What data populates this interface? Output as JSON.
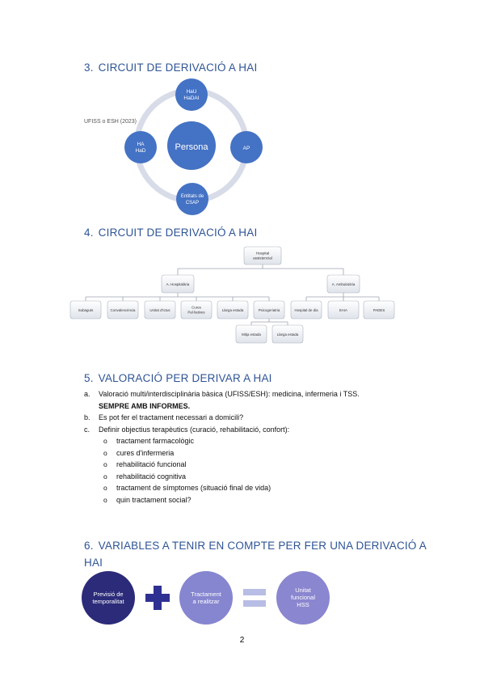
{
  "sections": {
    "s3": {
      "number": "3.",
      "title": "CIRCUIT DE DERIVACIÓ A HAI"
    },
    "s4": {
      "number": "4.",
      "title": "CIRCUIT DE DERIVACIÓ A HAI"
    },
    "s5": {
      "number": "5.",
      "title": "VALORACIÓ PER DERIVAR A HAI"
    },
    "s6": {
      "number": "6.",
      "title_line1": "VARIABLES A TENIR EN COMPTE PER FER UNA DERIVACIÓ A",
      "title_line2": "HAI"
    }
  },
  "cycle": {
    "source": "UFISS o ESH (2023)",
    "center": "Persona",
    "top": [
      "HaU",
      "HaDAI"
    ],
    "right": "AP",
    "bottom": [
      "Entitats de",
      "CSAP"
    ],
    "left": [
      "HA",
      "HaD"
    ],
    "colors": {
      "ring": "#d7dce8",
      "node": "#4472c4"
    }
  },
  "org": {
    "root": [
      "Hospital",
      "assistencial"
    ],
    "branches": [
      "A. Hospitalària",
      "A. Ambulatòria"
    ],
    "leaves_left": [
      "Subaguts",
      "Convalescència",
      "Unitat d'Ictus",
      [
        "Cures",
        "Pal·liatives"
      ],
      "Llarga estada",
      "Psicogeriatria"
    ],
    "leaves_right": [
      "Hospital de dia",
      "EAIA",
      "PADES"
    ],
    "sub_leaves": [
      "Mitja estada",
      "Llarga estada"
    ]
  },
  "assessment": {
    "items": [
      {
        "marker": "a.",
        "text": "Valoració multi/interdisciplinària bàsica (UFISS/ESH): medicina, infermeria i TSS.",
        "bold": "SEMPRE AMB INFORMES."
      },
      {
        "marker": "b.",
        "text": "Es pot fer el tractament necessari a domicili?"
      },
      {
        "marker": "c.",
        "text": "Definir objectius terapèutics (curació, rehabilitació, confort):"
      }
    ],
    "sub_marker": "o",
    "subitems": [
      "tractament farmacològic",
      "cures d'infermeria",
      "rehabilitació funcional",
      "rehabilitació cognitiva",
      "tractament de símptomes (situació final de vida)",
      "quin tractament social?"
    ]
  },
  "equation": {
    "c1": [
      "Previsió de",
      "temporalitat"
    ],
    "c2": [
      "Tractament",
      "a realitzar"
    ],
    "c3": [
      "Unitat",
      "funcional",
      "HSS"
    ],
    "colors": {
      "c1": "#2b2b7a",
      "c2": "#8585d0",
      "c3": "#8a86cf",
      "ops": "#2e3192"
    }
  },
  "page_number": "2"
}
